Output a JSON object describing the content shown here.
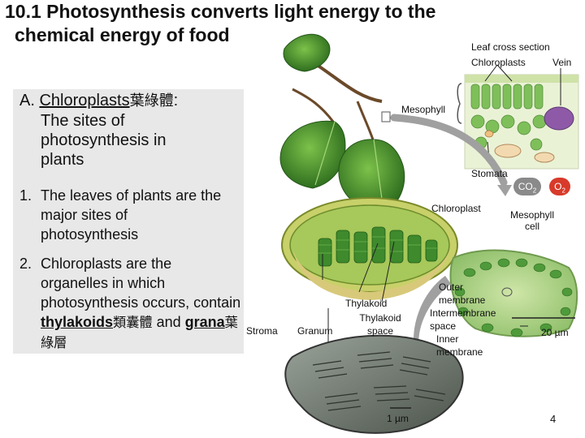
{
  "slide": {
    "title_line1": "10.1 Photosynthesis converts light energy to the",
    "title_line2": "chemical energy of food",
    "page_number": "4"
  },
  "point_a": {
    "prefix": "A. ",
    "term": "Chloroplasts",
    "term_cjk": "葉綠體",
    "colon": ":",
    "line2": "The sites of",
    "line3": "photosynthesis in",
    "line4": "plants"
  },
  "list": {
    "item1": {
      "num": "1.",
      "text": "The leaves of plants are the major sites of photosynthesis"
    },
    "item2": {
      "num": "2.",
      "text_before": "Chloroplasts are the organelles in which photosynthesis occurs, contain ",
      "term1": "thylakoids",
      "term1_cjk": "類囊體",
      "mid": " and ",
      "term2": "grana",
      "term2_cjk": "葉綠層"
    }
  },
  "figure": {
    "leaf_cross_section": "Leaf cross section",
    "chloroplasts": "Chloroplasts",
    "vein": "Vein",
    "mesophyll": "Mesophyll",
    "stomata": "Stomata",
    "co2_base": "CO",
    "co2_sub": "2",
    "o2_base": "O",
    "o2_sub": "2",
    "chloroplast": "Chloroplast",
    "mesophyll_cell_1": "Mesophyll",
    "mesophyll_cell_2": "cell",
    "outer_membrane_1": "Outer",
    "outer_membrane_2": "membrane",
    "intermembrane_1": "Intermembrane",
    "intermembrane_2": "space",
    "inner_membrane_1": "Inner",
    "inner_membrane_2": "membrane",
    "scale_20": "20 µm",
    "thylakoid": "Thylakoid",
    "thylakoid_space_1": "Thylakoid",
    "thylakoid_space_2": "space",
    "stroma": "Stroma",
    "granum": "Granum",
    "scale_1": "1 µm"
  },
  "colors": {
    "panel_bg": "#e8e8e8",
    "leaf_green": "#3f8a2a",
    "chloroplast_green": "#5ea83a",
    "arrow_gray": "#9a9a9a",
    "co2_badge": "#8a8a8a",
    "o2_badge": "#d83a2a"
  }
}
